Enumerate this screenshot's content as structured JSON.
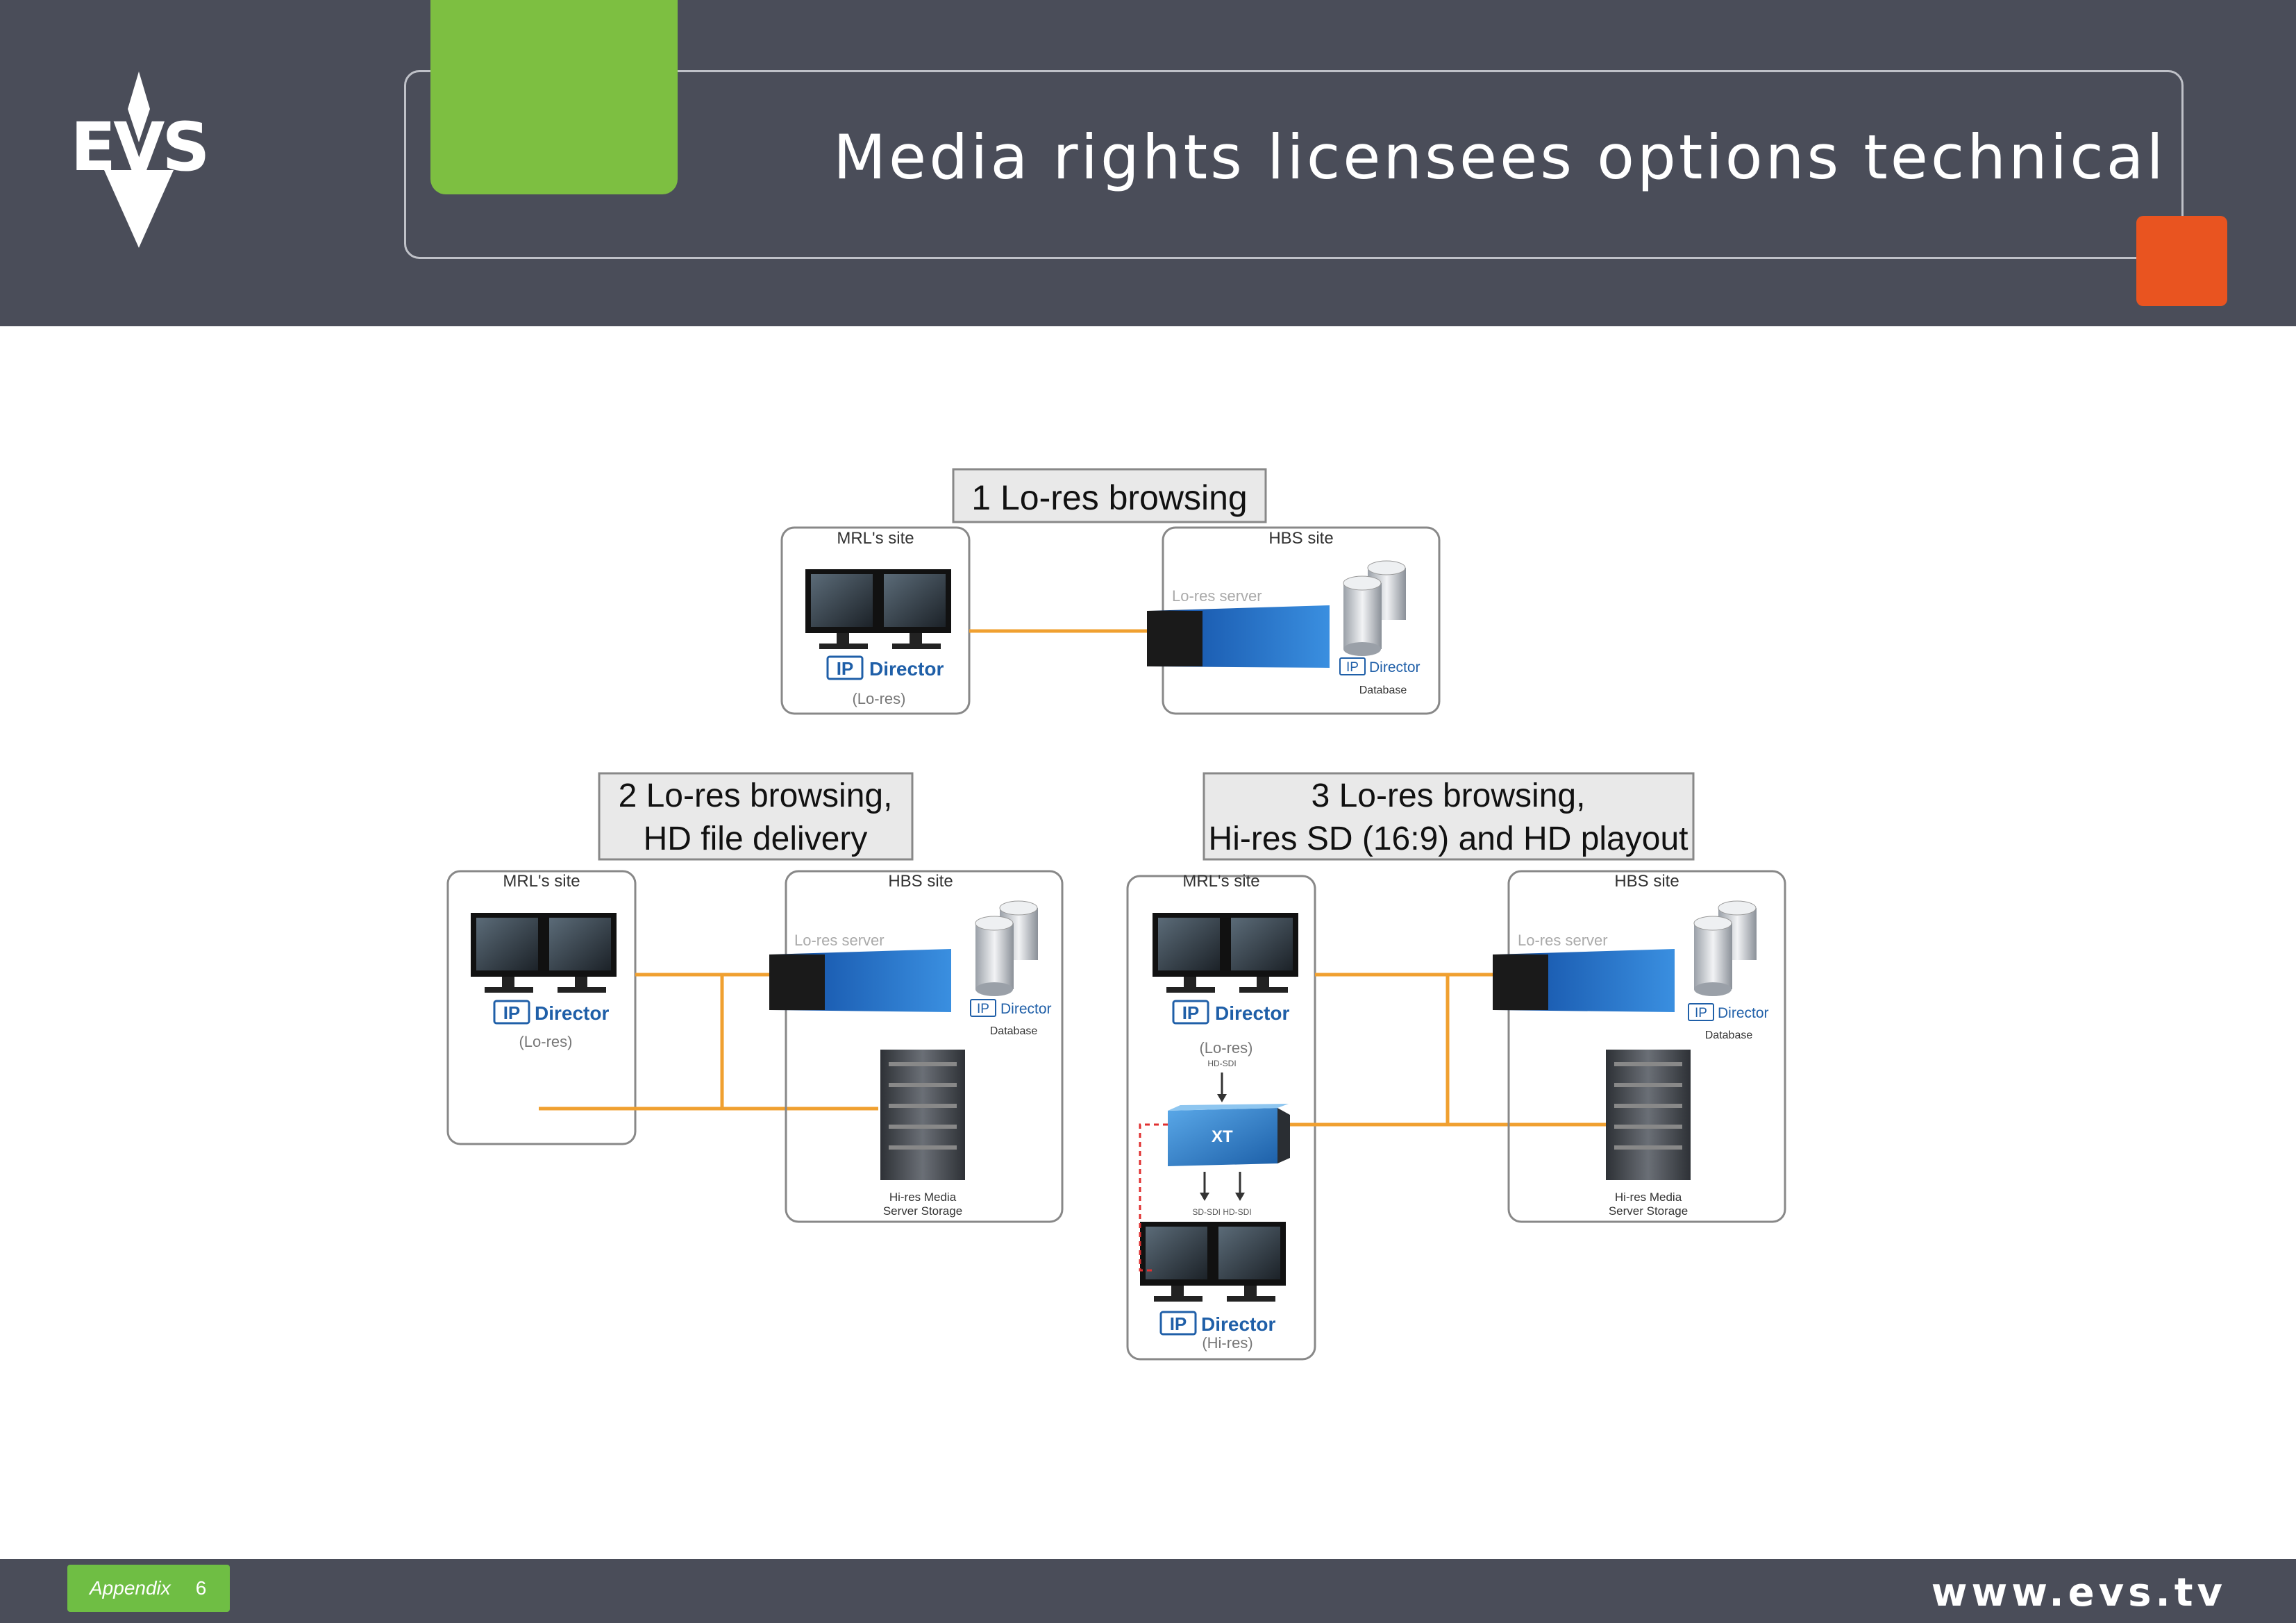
{
  "header": {
    "logo_text": "EVS",
    "title": "Media rights licensees options technical"
  },
  "colors": {
    "header_bg": "#4a4d59",
    "accent_green": "#7dbf41",
    "accent_orange": "#e95420",
    "link_orange": "#f0a030",
    "ip_blue": "#1f5fa8"
  },
  "diagram": {
    "option1": {
      "heading": "1 Lo-res browsing",
      "mrl_site": "MRL's site",
      "hbs_site": "HBS site",
      "lores_server": "Lo-res server",
      "director_label": "Director",
      "ip_tag": "IP",
      "lores_note": "(Lo-res)",
      "database": "Database"
    },
    "option2": {
      "heading_line1": "2 Lo-res browsing,",
      "heading_line2": "HD file delivery",
      "mrl_site": "MRL's site",
      "hbs_site": "HBS site",
      "lores_server": "Lo-res server",
      "director_label": "Director",
      "ip_tag": "IP",
      "lores_note": "(Lo-res)",
      "database": "Database",
      "storage_line1": "Hi-res Media",
      "storage_line2": "Server Storage"
    },
    "option3": {
      "heading_line1": "3 Lo-res browsing,",
      "heading_line2": "Hi-res SD (16:9) and HD playout",
      "mrl_site": "MRL's site",
      "hbs_site": "HBS site",
      "lores_server": "Lo-res server",
      "director_label": "Director",
      "ip_tag": "IP",
      "lores_note": "(Lo-res)",
      "hdsdi": "HD-SDI",
      "xt_label": "XT",
      "sdsdi_hdsdi": "SD-SDI HD-SDI",
      "hires_note": "(Hi-res)",
      "database": "Database",
      "storage_line1": "Hi-res Media",
      "storage_line2": "Server Storage"
    }
  },
  "footer": {
    "section": "Appendix",
    "page_number": "6",
    "url": "www.evs.tv"
  }
}
